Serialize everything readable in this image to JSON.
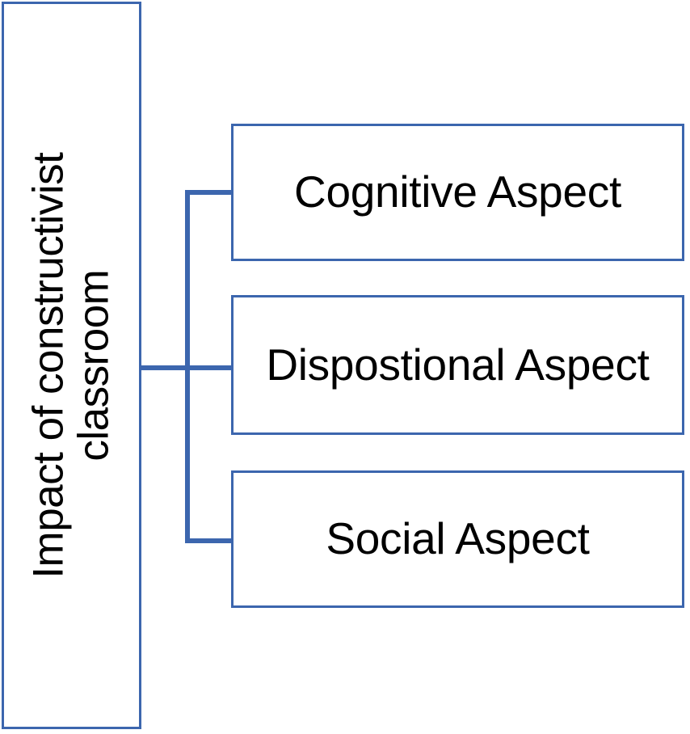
{
  "diagram": {
    "type": "hierarchy-tree",
    "orientation": "left-root-right-leaves",
    "root": {
      "label_line1": "Impact of constructivist",
      "label_line2": "classroom",
      "label_full": "Impact of constructivist classroom",
      "text_orientation": "rotated-90-counterclockwise"
    },
    "branches": [
      {
        "id": "cognitive",
        "label": "Cognitive Aspect"
      },
      {
        "id": "dispositional",
        "label": "Dispostional Aspect"
      },
      {
        "id": "social",
        "label": "Social Aspect"
      }
    ],
    "colors": {
      "border": "#3c66ae",
      "connector": "#3c66ae",
      "background": "#ffffff",
      "text": "#000000"
    }
  }
}
